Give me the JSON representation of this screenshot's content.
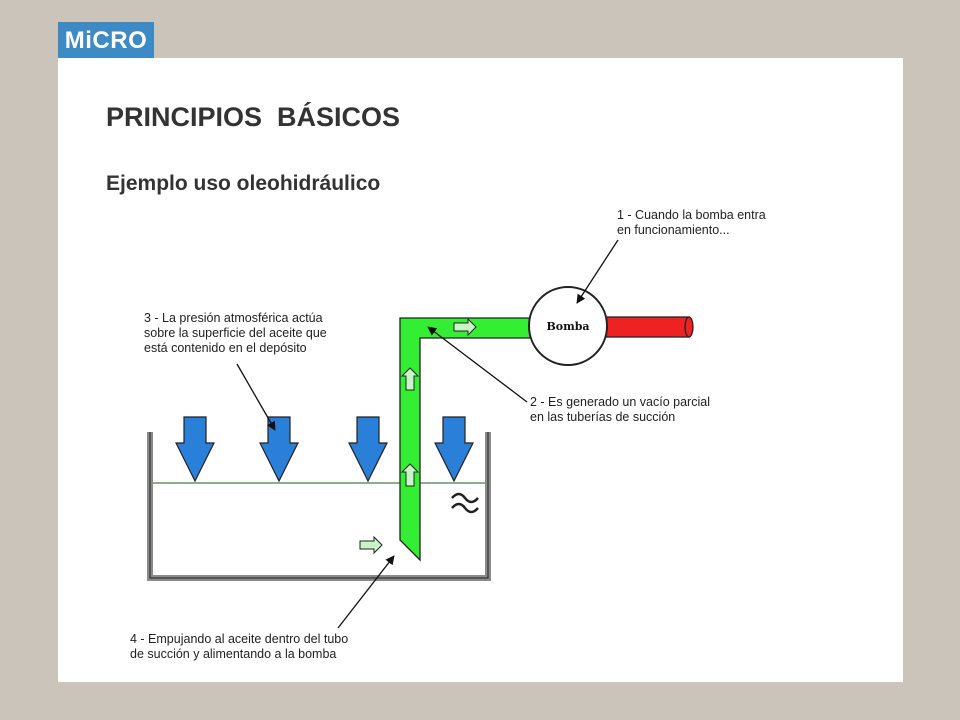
{
  "logo": {
    "text": "MiCRO",
    "color": "#3d8ac4"
  },
  "slide": {
    "title": "PRINCIPIOS  BÁSICOS",
    "subtitle": "Ejemplo uso oleohidráulico"
  },
  "diagram": {
    "pump_label": "Bomba",
    "callouts": {
      "c1": [
        "1 - Cuando la bomba entra",
        "en funcionamiento..."
      ],
      "c2": [
        "2 - Es generado un vacío parcial",
        "en las tuberías de succión"
      ],
      "c3": [
        "3 - La presión atmosférica actúa",
        "sobre la superficie del aceite que",
        "está contenido en el depósito"
      ],
      "c4": [
        "4 - Empujando al aceite dentro del tubo",
        "de succión y alimentando a la bomba"
      ]
    },
    "colors": {
      "pipe": "#33ee33",
      "outlet": "#ee2222",
      "pressure_arrow": "#2a7fd8",
      "tank": "#8a8a8a"
    },
    "icons": [
      "pressure-arrow-icon",
      "flow-arrow-icon",
      "approx-symbol-icon"
    ]
  }
}
